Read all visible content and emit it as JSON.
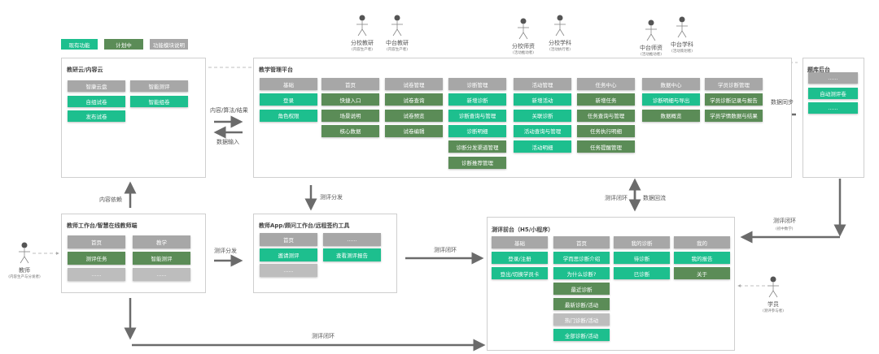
{
  "colors": {
    "existing": "#1dbf8e",
    "planned": "#5b8c57",
    "module": "#a7a7a7",
    "placeholder": "#bdbdbd",
    "arrow": "#6b6b6b"
  },
  "legend": [
    {
      "label": "现有功能",
      "status": "existing"
    },
    {
      "label": "计划中",
      "status": "planned"
    },
    {
      "label": "功能模块说明",
      "status": "module"
    }
  ],
  "actors": [
    {
      "id": "fenxiao-jiaoyan",
      "name": "分校教研",
      "role": "(内容生产者)"
    },
    {
      "id": "zhongtai-jiaoyan",
      "name": "中台教研",
      "role": "(内容生产者)"
    },
    {
      "id": "fenxiao-shizi",
      "name": "分校师资",
      "role": "(活动推动者)"
    },
    {
      "id": "fenxiao-xueke",
      "name": "分校学科",
      "role": "(活动执行者)"
    },
    {
      "id": "zhongtai-shizi",
      "name": "中台师资",
      "role": "(活动推动者)"
    },
    {
      "id": "zhongtai-xueke",
      "name": "中台学科",
      "role": "(活动策划者)"
    },
    {
      "id": "teacher",
      "name": "教师",
      "role": "(内容生产与分发者)"
    },
    {
      "id": "student",
      "name": "学员",
      "role": "(测评参与者)"
    }
  ],
  "boxes": [
    {
      "id": "jiaoyan",
      "title": "教研云/内容云",
      "columns": [
        {
          "header": "智康云盘",
          "items": [
            {
              "label": "自组试卷",
              "status": "existing"
            },
            {
              "label": "发布试卷",
              "status": "existing"
            }
          ]
        },
        {
          "header": "智能测评",
          "items": [
            {
              "label": "智能组卷",
              "status": "existing"
            }
          ]
        }
      ]
    },
    {
      "id": "platform",
      "title": "教学管理平台",
      "columns": [
        {
          "header": "基础",
          "items": [
            {
              "label": "登录",
              "status": "existing"
            },
            {
              "label": "角色权限",
              "status": "existing"
            }
          ]
        },
        {
          "header": "首页",
          "items": [
            {
              "label": "快捷入口",
              "status": "planned"
            },
            {
              "label": "场景说明",
              "status": "planned"
            },
            {
              "label": "核心数据",
              "status": "planned"
            }
          ]
        },
        {
          "header": "试卷管理",
          "items": [
            {
              "label": "试卷查询",
              "status": "planned"
            },
            {
              "label": "试卷预览",
              "status": "planned"
            },
            {
              "label": "试卷编辑",
              "status": "planned"
            }
          ]
        },
        {
          "header": "诊断管理",
          "items": [
            {
              "label": "新增诊断",
              "status": "existing"
            },
            {
              "label": "诊断查询与管理",
              "status": "existing"
            },
            {
              "label": "诊断明细",
              "status": "existing"
            },
            {
              "label": "诊断分发渠道管理",
              "status": "planned"
            },
            {
              "label": "诊断推荐管理",
              "status": "planned"
            }
          ]
        },
        {
          "header": "活动管理",
          "items": [
            {
              "label": "新增活动",
              "status": "existing"
            },
            {
              "label": "关联诊断",
              "status": "existing"
            },
            {
              "label": "活动查询与管理",
              "status": "existing"
            },
            {
              "label": "活动明细",
              "status": "existing"
            }
          ]
        },
        {
          "header": "任务中心",
          "items": [
            {
              "label": "新增任务",
              "status": "planned"
            },
            {
              "label": "任务查询与管理",
              "status": "planned"
            },
            {
              "label": "任务执行明细",
              "status": "planned"
            },
            {
              "label": "任务提醒管理",
              "status": "planned"
            }
          ]
        },
        {
          "header": "数据中心",
          "items": [
            {
              "label": "诊断明细与导出",
              "status": "existing"
            },
            {
              "label": "数据概览",
              "status": "planned"
            }
          ]
        },
        {
          "header": "学员诊断管理",
          "items": [
            {
              "label": "学员诊断记录与报告",
              "status": "planned"
            },
            {
              "label": "学员学情数据与结果",
              "status": "planned"
            }
          ]
        }
      ]
    },
    {
      "id": "tiku",
      "title": "题库后台",
      "columns": [
        {
          "header": "......",
          "items": [
            {
              "label": "自动测评卷",
              "status": "existing"
            },
            {
              "label": "......",
              "status": "existing"
            }
          ]
        }
      ]
    },
    {
      "id": "teacher",
      "title": "教师工作台/智慧在线教师端",
      "columns": [
        {
          "header": "首页",
          "items": [
            {
              "label": "测评任务",
              "status": "planned"
            },
            {
              "label": "......",
              "status": "placeholder"
            }
          ]
        },
        {
          "header": "教学",
          "items": [
            {
              "label": "智能测评",
              "status": "planned"
            },
            {
              "label": "......",
              "status": "placeholder"
            }
          ]
        }
      ]
    },
    {
      "id": "app",
      "title": "教师App/顾问工作台/远程签约工具",
      "columns": [
        {
          "header": "首页",
          "items": [
            {
              "label": "邀请测评",
              "status": "existing"
            },
            {
              "label": "......",
              "status": "placeholder"
            }
          ]
        },
        {
          "header": "......",
          "items": [
            {
              "label": "查看测评报告",
              "status": "existing"
            }
          ]
        }
      ]
    },
    {
      "id": "front",
      "title": "测评前台（H5/小程序）",
      "columns": [
        {
          "header": "基础",
          "items": [
            {
              "label": "登录/注册",
              "status": "existing"
            },
            {
              "label": "登出/切换学员卡",
              "status": "existing"
            }
          ]
        },
        {
          "header": "首页",
          "items": [
            {
              "label": "学而思诊断介绍",
              "status": "existing"
            },
            {
              "label": "为什么诊断?",
              "status": "existing"
            },
            {
              "label": "最近诊断",
              "status": "planned"
            },
            {
              "label": "最新诊断/活动",
              "status": "planned"
            },
            {
              "label": "热门诊断/活动",
              "status": "placeholder"
            },
            {
              "label": "全部诊断/活动",
              "status": "existing"
            }
          ]
        },
        {
          "header": "我的诊断",
          "items": [
            {
              "label": "待诊断",
              "status": "existing"
            },
            {
              "label": "已诊断",
              "status": "existing"
            }
          ]
        },
        {
          "header": "我的",
          "items": [
            {
              "label": "我的报告",
              "status": "existing"
            },
            {
              "label": "关于",
              "status": "planned"
            }
          ]
        }
      ]
    }
  ],
  "flows": {
    "content_algo_result": "内容/算法/结果",
    "data_input": "数据输入",
    "data_sync": "数据同步",
    "content_dependency": "内容依赖",
    "dispatch_down": "测评分发",
    "dispatch_right": "测评分发",
    "loop_app": "测评闭环",
    "loop_bottom": "测评闭环",
    "loop_vertical": "测评闭环",
    "data_backflow": "数据回流",
    "loop_tiku": "测评闭环",
    "loop_tiku_note": "(初中数学)"
  }
}
